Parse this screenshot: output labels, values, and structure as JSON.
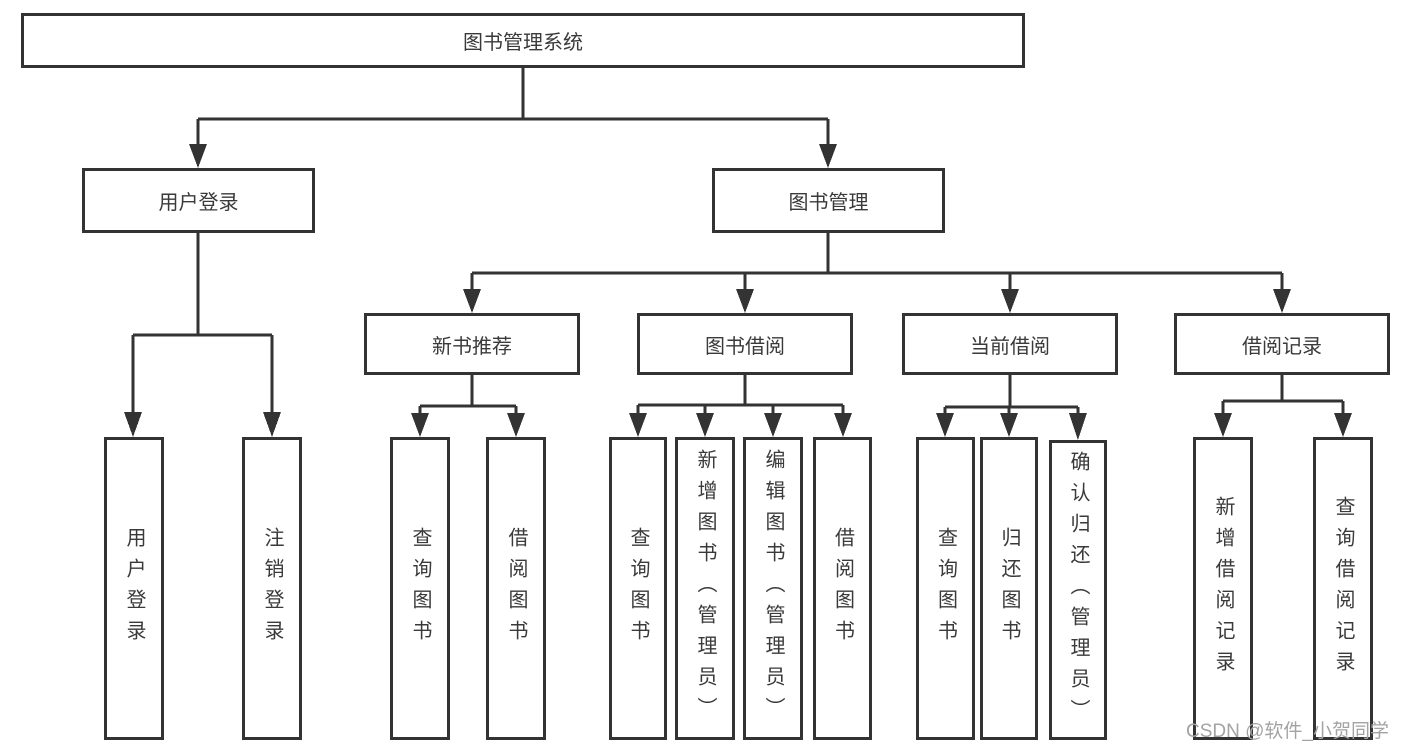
{
  "title": "图书管理系统",
  "tree": {
    "label": "图书管理系统",
    "children": [
      {
        "label": "用户登录",
        "children": [
          {
            "label": "用户登录"
          },
          {
            "label": "注销登录"
          }
        ]
      },
      {
        "label": "图书管理",
        "children": [
          {
            "label": "新书推荐",
            "children": [
              {
                "label": "查询图书"
              },
              {
                "label": "借阅图书"
              }
            ]
          },
          {
            "label": "图书借阅",
            "children": [
              {
                "label": "查询图书"
              },
              {
                "label": "新增图书（管理员）"
              },
              {
                "label": "编辑图书（管理员）"
              },
              {
                "label": "借阅图书"
              }
            ]
          },
          {
            "label": "当前借阅",
            "children": [
              {
                "label": "查询图书"
              },
              {
                "label": "归还图书"
              },
              {
                "label": "确认归还（管理员）"
              }
            ]
          },
          {
            "label": "借阅记录",
            "children": [
              {
                "label": "新增借阅记录"
              },
              {
                "label": "查询借阅记录"
              }
            ]
          }
        ]
      }
    ]
  },
  "watermark": {
    "text": "CSDN @软件_小贺同学"
  },
  "colors": {
    "line": "#333333",
    "box_border": "#333333",
    "text": "#3a3a3a",
    "background": "#ffffff",
    "watermark": "#a3a3a3"
  }
}
